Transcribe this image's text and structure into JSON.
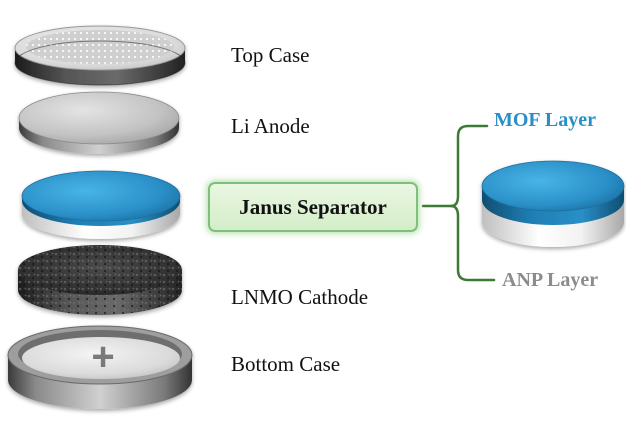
{
  "labels": {
    "top_case": "Top Case",
    "li_anode": "Li Anode",
    "janus_separator": "Janus Separator",
    "lnmo_cathode": "LNMO Cathode",
    "bottom_case": "Bottom Case",
    "mof_layer": "MOF Layer",
    "anp_layer": "ANP Layer"
  },
  "bottom_case_symbol": "+",
  "colors": {
    "mof_layer_text": "#2a8fc7",
    "anp_layer_text": "#8c8c8c",
    "separator_blue": "#2a8fc7",
    "bracket_green": "#3d7a35",
    "highlight_box_border": "#7cc07a"
  }
}
